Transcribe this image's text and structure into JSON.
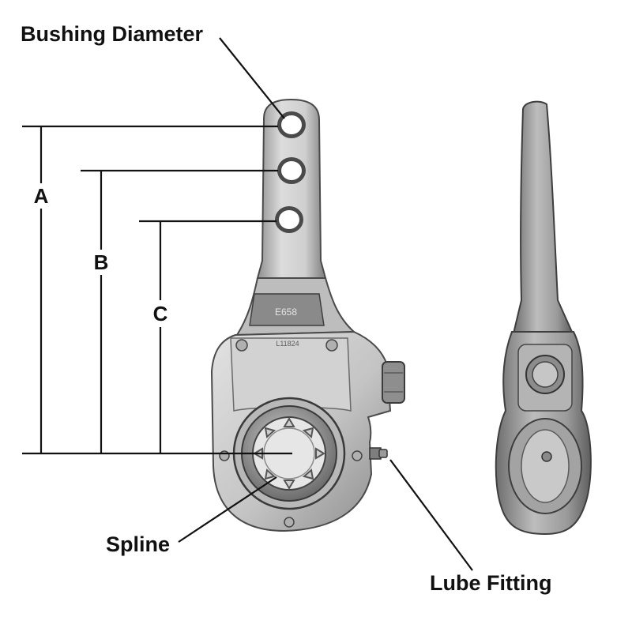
{
  "labels": {
    "bushing_diameter": "Bushing Diameter",
    "spline": "Spline",
    "lube_fitting": "Lube Fitting"
  },
  "dimensions": {
    "a": "A",
    "b": "B",
    "c": "C"
  },
  "part_markings": {
    "arm_stamp": "E658",
    "body_stamp": "L11824"
  },
  "colors": {
    "ink": "#111111",
    "metal_light": "#d9d9d9",
    "metal_mid": "#a9a9a9",
    "metal_dark": "#5a5a5a",
    "background": "#ffffff"
  }
}
